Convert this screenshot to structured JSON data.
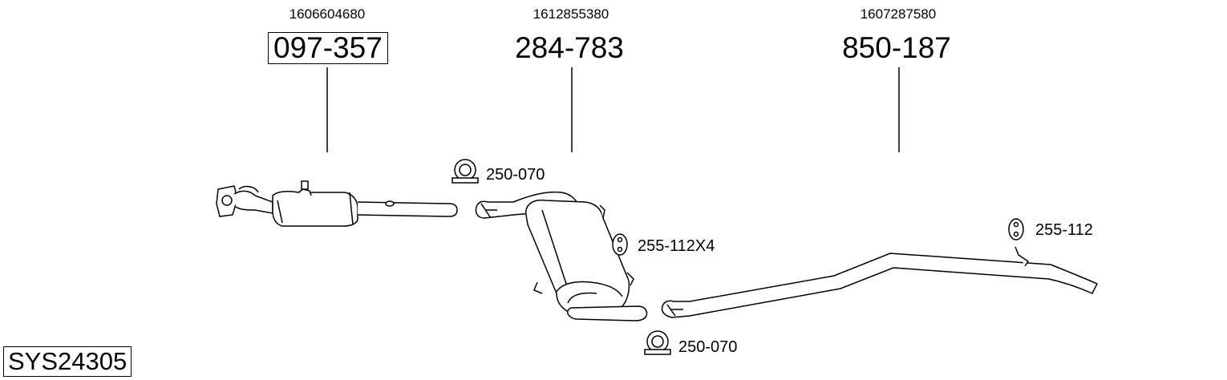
{
  "system_code": "SYS24305",
  "parts": [
    {
      "oem": "1606604680",
      "part_no": "097-357",
      "boxed": true
    },
    {
      "oem": "1612855380",
      "part_no": "284-783",
      "boxed": false
    },
    {
      "oem": "1607287580",
      "part_no": "850-187",
      "boxed": false
    }
  ],
  "accessories": [
    {
      "label": "250-070",
      "icon": "clamp-icon"
    },
    {
      "label": "255-112X4",
      "icon": "rubber-mount-icon"
    },
    {
      "label": "250-070",
      "icon": "clamp-icon"
    },
    {
      "label": "255-112",
      "icon": "rubber-mount-icon"
    }
  ]
}
